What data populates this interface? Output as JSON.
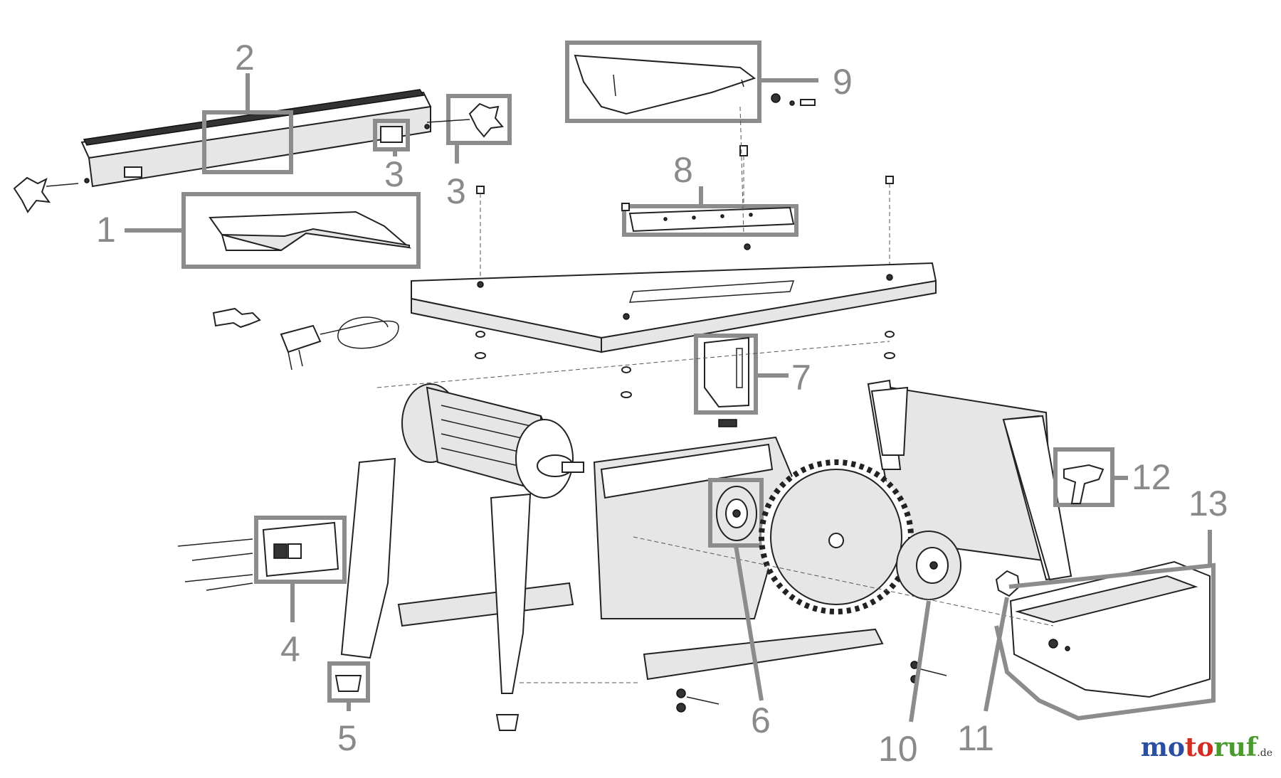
{
  "callouts": {
    "c1": "1",
    "c2": "2",
    "c3a": "3",
    "c3b": "3",
    "c4": "4",
    "c5": "5",
    "c6": "6",
    "c7": "7",
    "c8": "8",
    "c9": "9",
    "c10": "10",
    "c11": "11",
    "c12": "12",
    "c13": "13"
  },
  "logo": {
    "p1": "mo",
    "p2": "to",
    "p3": "ruf",
    "tld": ".de"
  },
  "colors": {
    "callout": "#8a8a8a",
    "box": "#8c8c8c",
    "logo_blue": "#2a4fa0",
    "logo_red": "#d62c1f",
    "logo_green": "#4a9a2e"
  }
}
